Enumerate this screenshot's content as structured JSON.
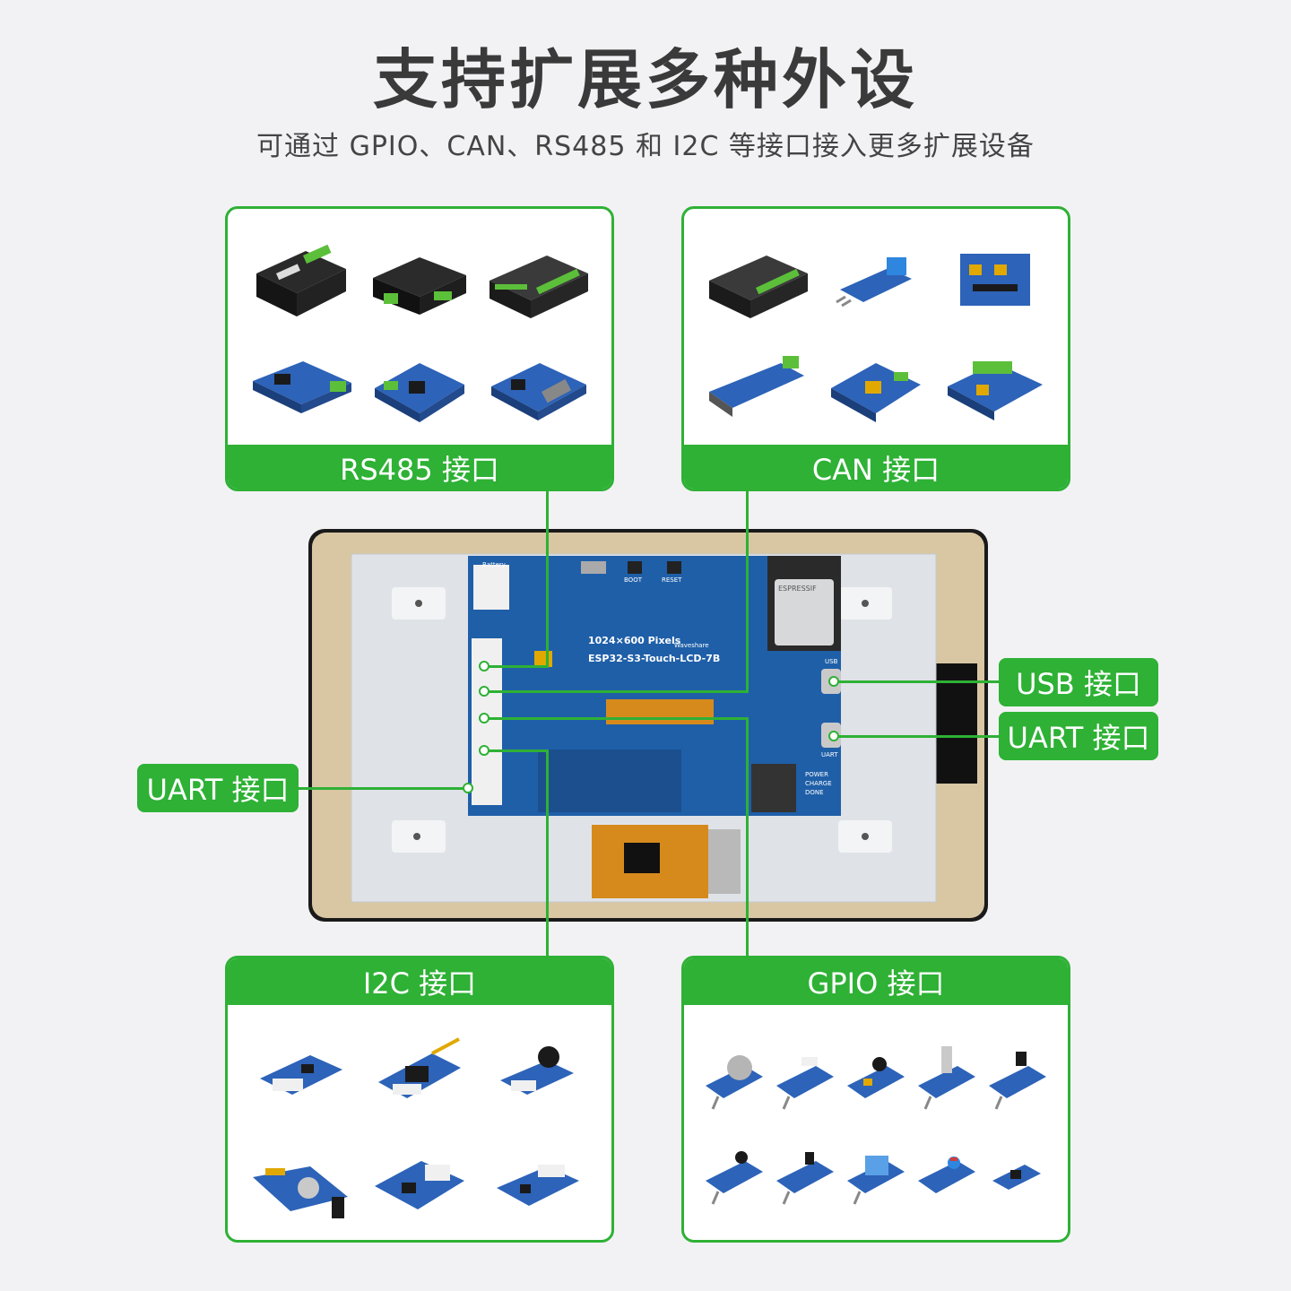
{
  "title": "支持扩展多种外设",
  "subtitle": "可通过 GPIO、CAN、RS485 和 I2C 等接口接入更多扩展设备",
  "panels": {
    "rs485": {
      "label": "RS485 接口"
    },
    "can": {
      "label": "CAN 接口"
    },
    "i2c": {
      "label": "I2C 接口"
    },
    "gpio": {
      "label": "GPIO 接口"
    }
  },
  "tags": {
    "usb": "USB 接口",
    "uart_right": "UART 接口",
    "uart_left": "UART 接口"
  },
  "board": {
    "resolution": "1024×600 Pixels",
    "model": "ESP32-S3-Touch-LCD-7B",
    "brand": "Waveshare",
    "module": "ESPRESSIF",
    "battery": "Battery",
    "boot": "BOOT",
    "reset": "RESET",
    "usb": "USB",
    "uart": "UART",
    "power": "POWER",
    "charge": "CHARGE",
    "done": "DONE"
  },
  "colors": {
    "accent": "#2eb135",
    "pcb": "#1f5fa8"
  }
}
